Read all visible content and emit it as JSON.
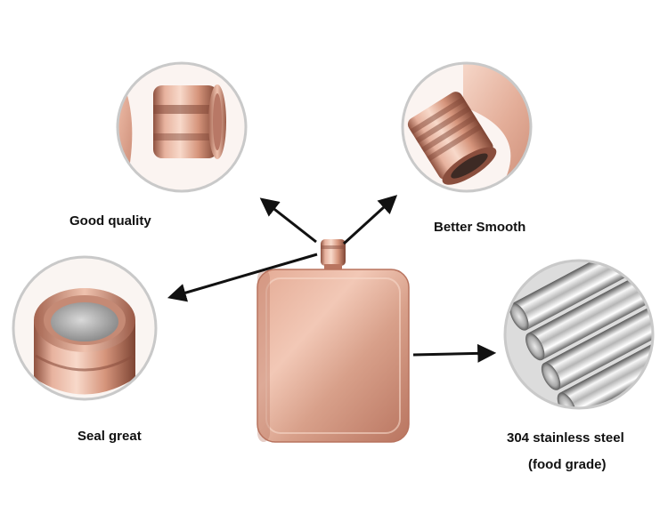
{
  "features": {
    "good_quality": "Good quality",
    "better_smooth": "Better Smooth",
    "seal_great": "Seal great",
    "steel_line1": "304 stainless steel",
    "steel_line2": "(food grade)"
  },
  "colors": {
    "background": "#ffffff",
    "circle_border": "#c9c9c9",
    "rose_gold_light": "#f3c9b6",
    "rose_gold_mid": "#d99a82",
    "rose_gold_dark": "#9c5d4a",
    "steel_light": "#f4f4f4",
    "steel_dark": "#6e6e6e",
    "arrow": "#111111",
    "label_text": "#111111"
  }
}
